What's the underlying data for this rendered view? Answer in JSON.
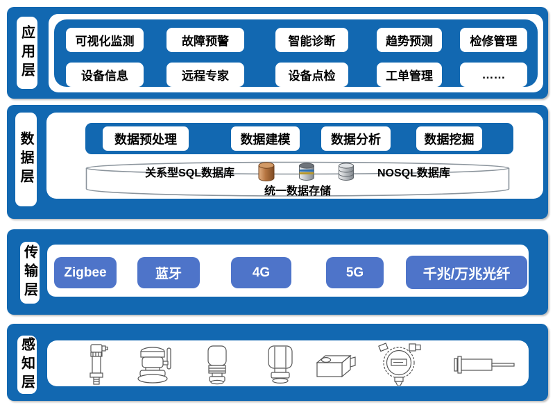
{
  "colors": {
    "band_blue": "#1268B1",
    "transport_button_blue": "#4E74C9",
    "copper_db": "#A96B3A",
    "text_black": "#111111"
  },
  "layer_labels": [
    "应用层",
    "数据层",
    "传输层",
    "感知层"
  ],
  "application": {
    "row1": [
      "可视化监测",
      "故障预警",
      "智能诊断",
      "趋势预测",
      "检修管理"
    ],
    "row2": [
      "设备信息",
      "远程专家",
      "设备点检",
      "工单管理",
      "……"
    ]
  },
  "data_layer": {
    "processes": [
      "数据预处理",
      "数据建模",
      "数据分析",
      "数据挖掘"
    ],
    "storage": {
      "sql_label": "关系型SQL数据库",
      "nosql_label": "NOSQL数据库",
      "unified_label": "统一数据存储",
      "icons": [
        "copper-database-icon",
        "striped-database-icon",
        "gray-database-icon"
      ]
    }
  },
  "transport": {
    "buttons": [
      "Zigbee",
      "蓝牙",
      "4G",
      "5G",
      "千兆/万兆光纤"
    ]
  },
  "perception": {
    "sensor_icons": [
      "pressure-transmitter-icon",
      "wireless-valve-sensor-icon",
      "cylinder-sensor-icon",
      "faceted-cylinder-sensor-icon",
      "load-cell-block-icon",
      "gas-detector-icon",
      "proximity-probe-icon"
    ]
  }
}
